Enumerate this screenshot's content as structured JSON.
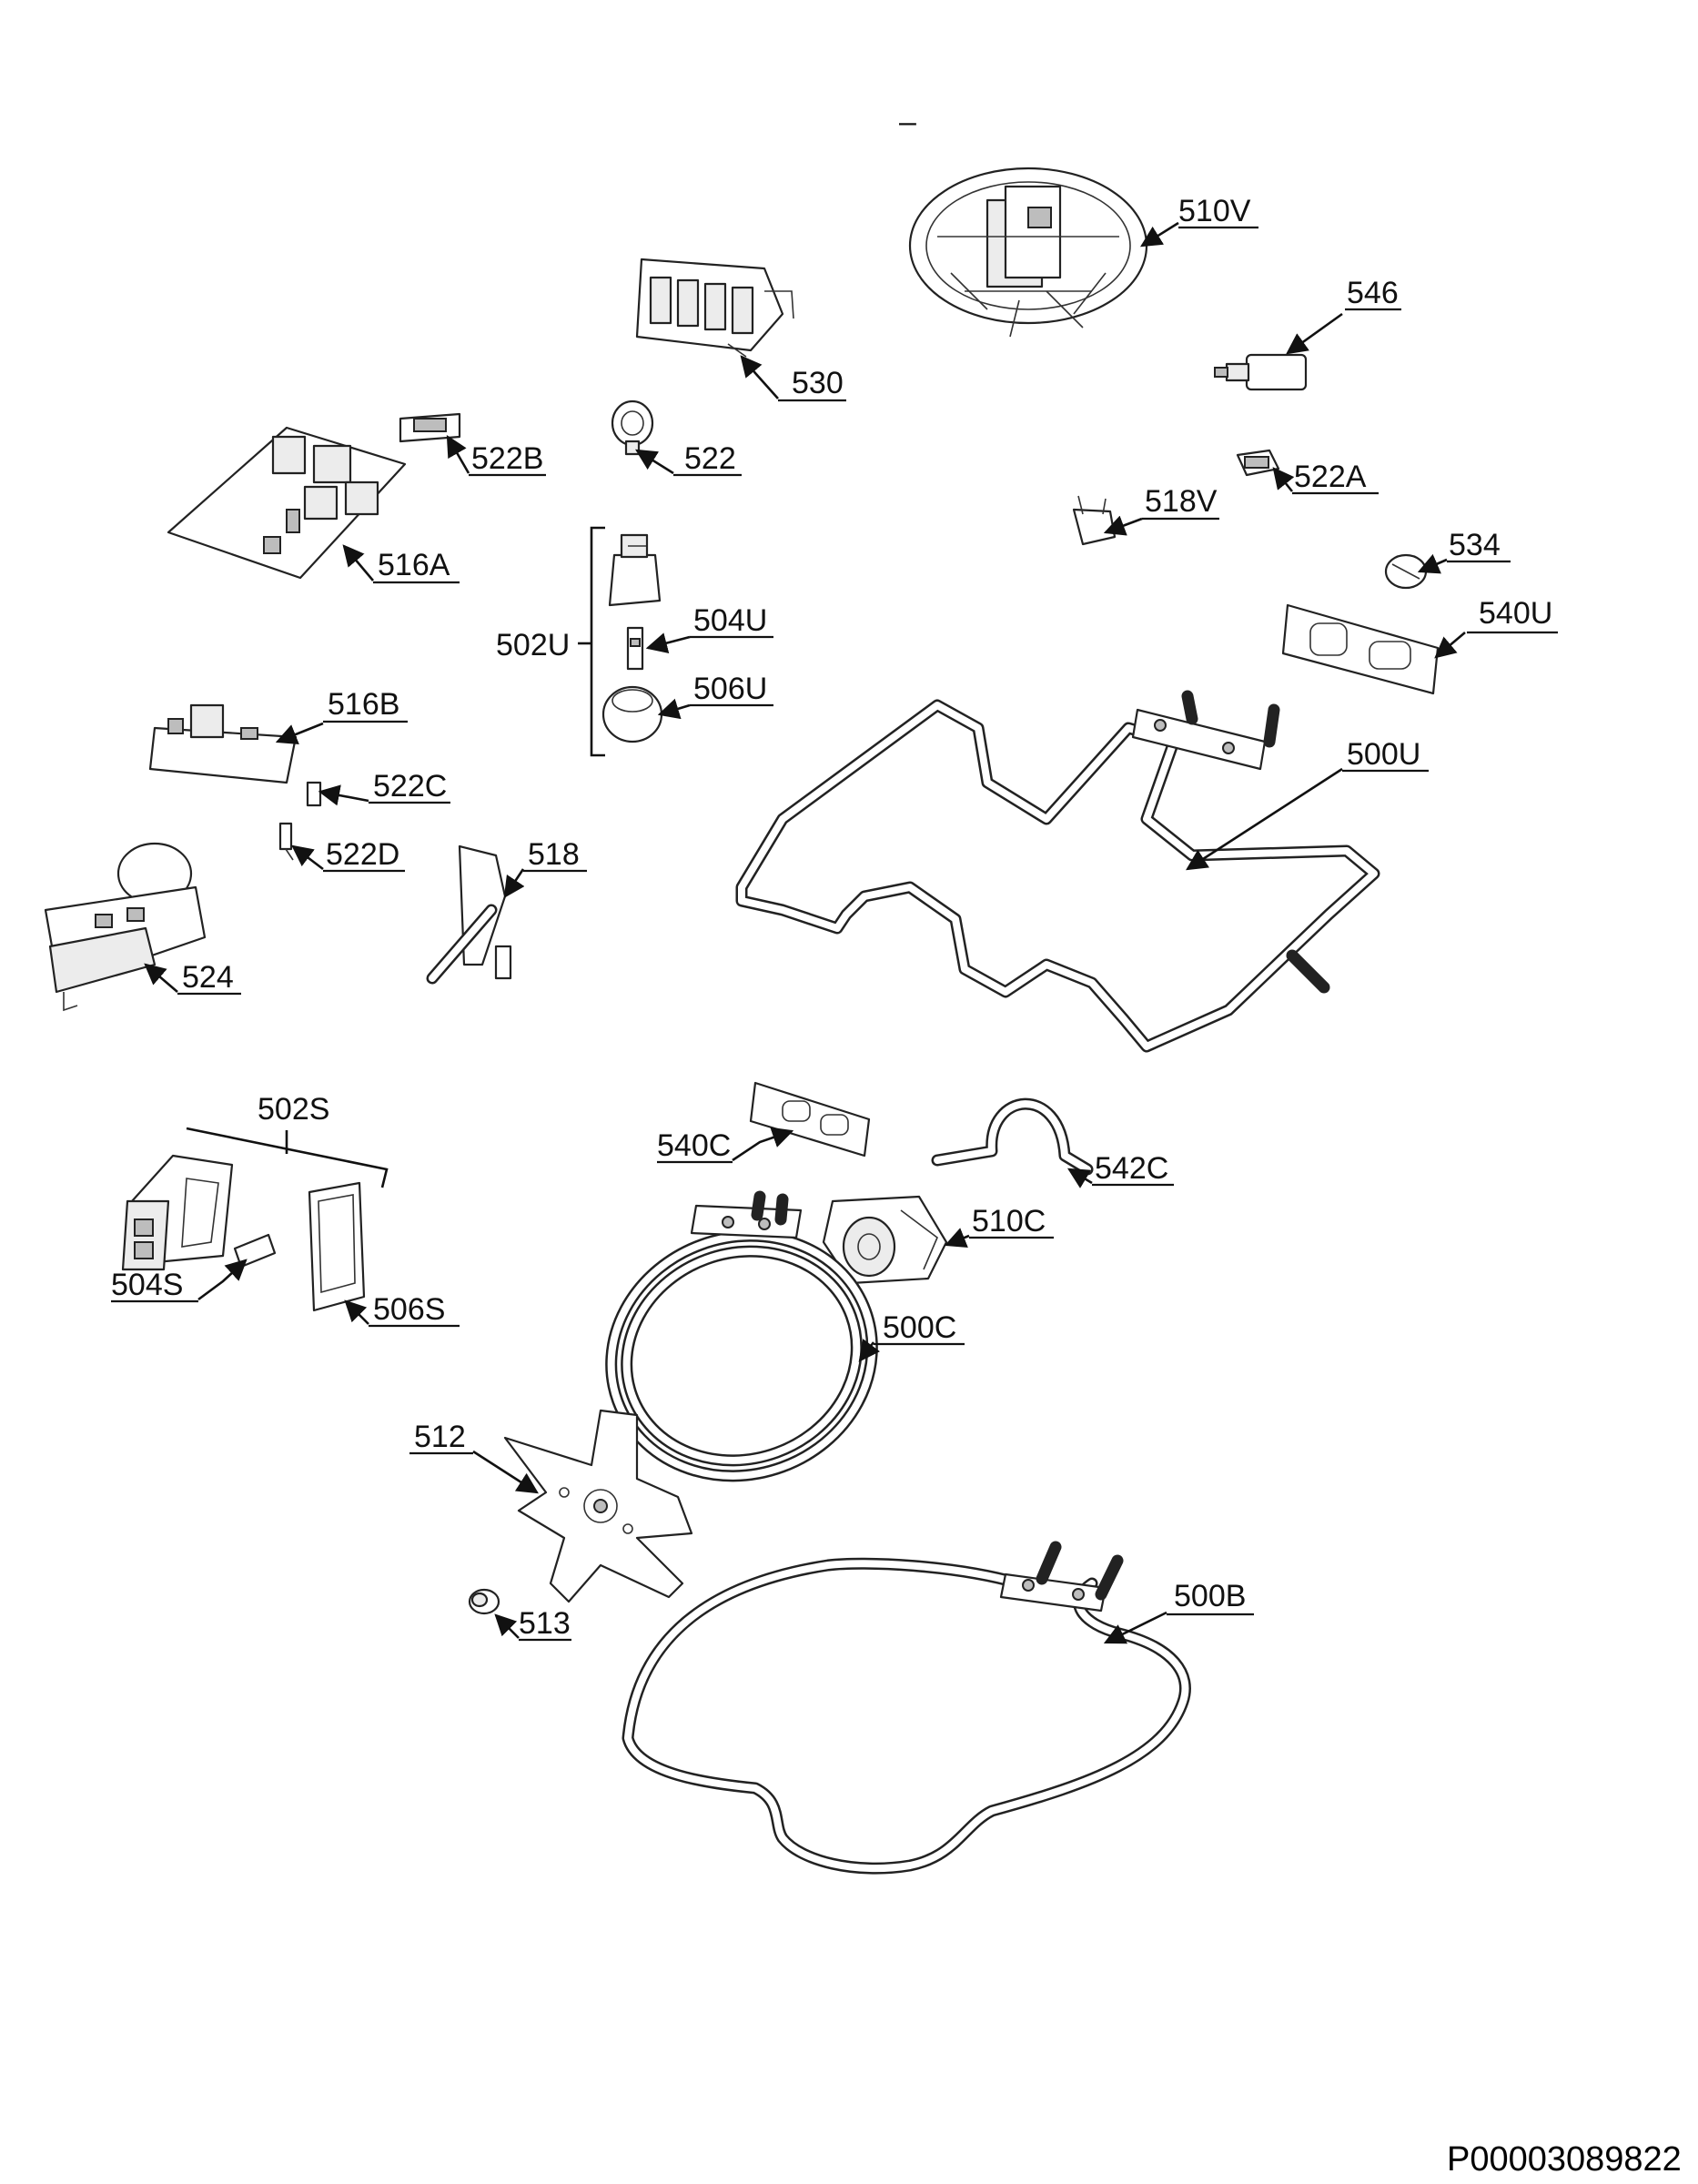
{
  "header_mark": "–",
  "reference": "P00003089822",
  "labels": {
    "l510V": "510V",
    "l546": "546",
    "l530": "530",
    "l522B": "522B",
    "l522": "522",
    "l522A": "522A",
    "l518V": "518V",
    "l534": "534",
    "l540U": "540U",
    "l516A": "516A",
    "l502U": "502U",
    "l504U": "504U",
    "l506U": "506U",
    "l516B": "516B",
    "l522C": "522C",
    "l522D": "522D",
    "l518": "518",
    "l500U": "500U",
    "l524": "524",
    "l502S": "502S",
    "l540C": "540C",
    "l542C": "542C",
    "l510C": "510C",
    "l504S": "504S",
    "l506S": "506S",
    "l500C": "500C",
    "l512": "512",
    "l513": "513",
    "l500B": "500B"
  }
}
